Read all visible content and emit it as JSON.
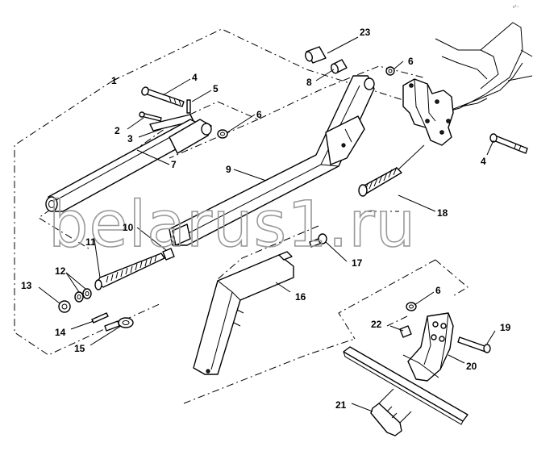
{
  "watermark": "belarus1.ru",
  "corner_mark": "s*--",
  "callouts": {
    "c1": "1",
    "c2": "2",
    "c3": "3",
    "c4a": "4",
    "c4b": "4",
    "c5": "5",
    "c6a": "6",
    "c6b": "6",
    "c6c": "6",
    "c7": "7",
    "c8": "8",
    "c9": "9",
    "c10": "10",
    "c11": "11",
    "c12": "12",
    "c13": "13",
    "c14": "14",
    "c15": "15",
    "c16": "16",
    "c17": "17",
    "c18": "18",
    "c19": "19",
    "c20": "20",
    "c21": "21",
    "c22": "22",
    "c23": "23"
  }
}
